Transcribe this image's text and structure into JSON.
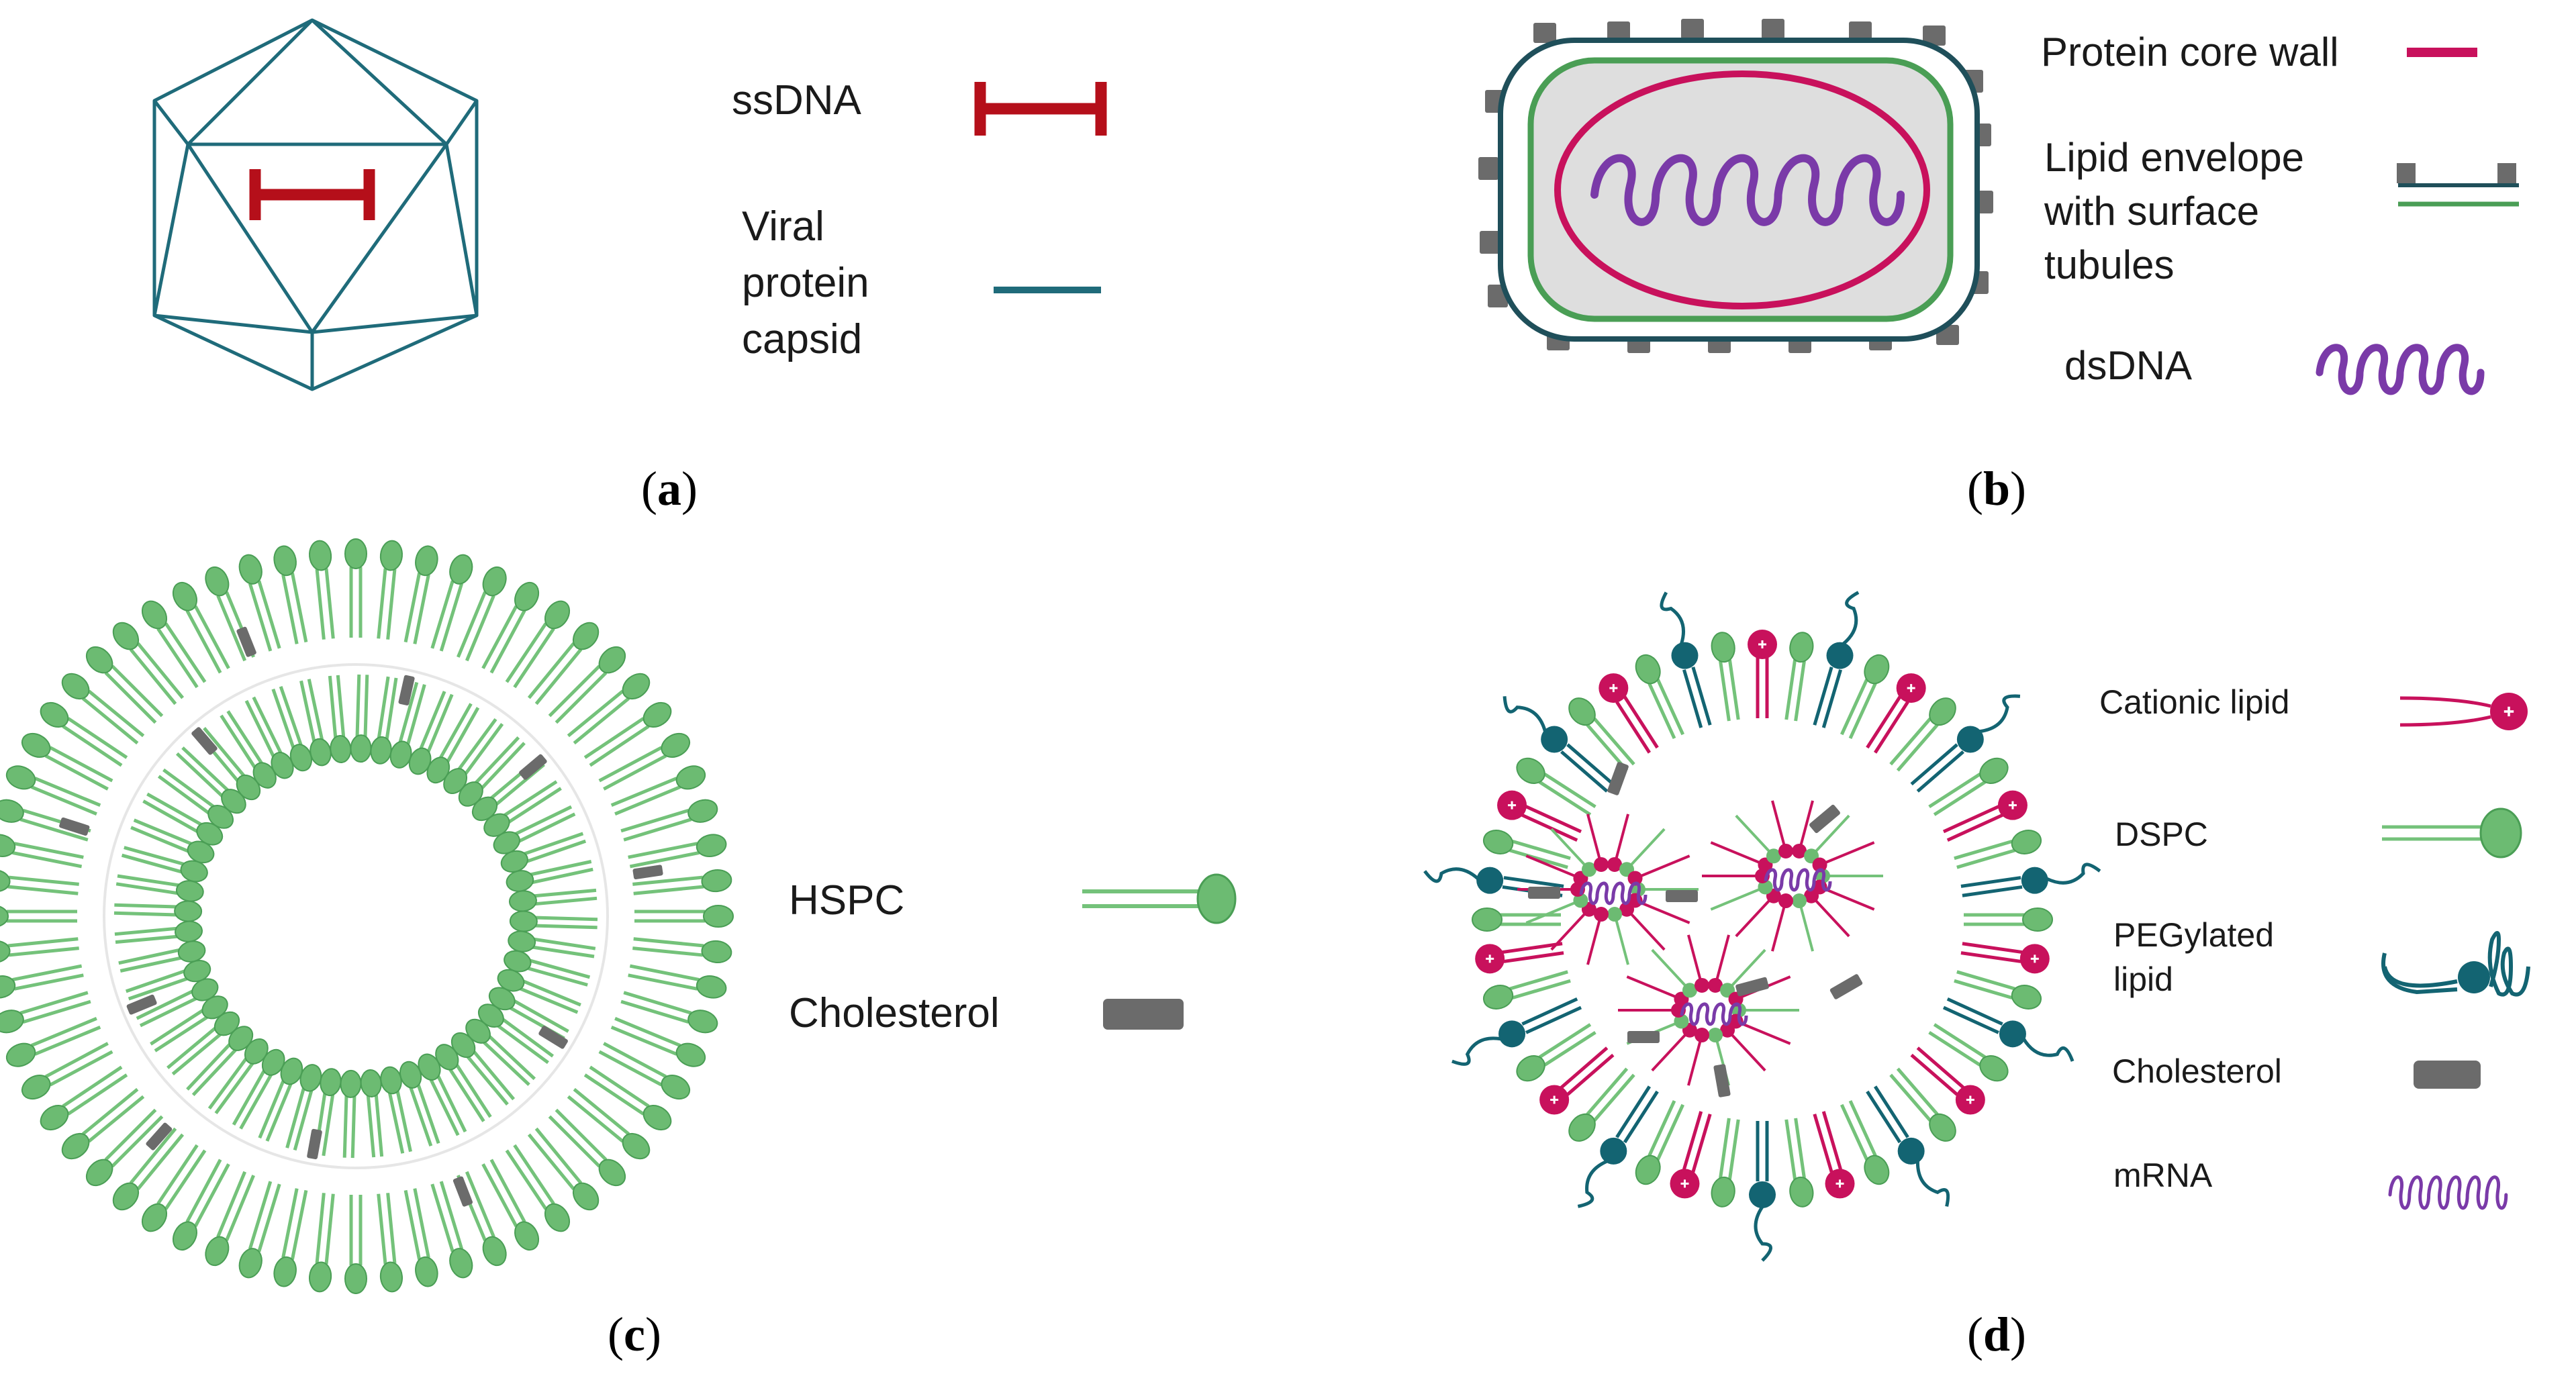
{
  "colors": {
    "teal": "#1f6b7a",
    "dark_red": "#b50f1a",
    "magenta": "#c8115c",
    "green": "#4a9e55",
    "light_green": "#74c27a",
    "green_fill": "#6cbb72",
    "purple": "#7a3aa8",
    "grey": "#6b6b6b",
    "core_fill": "#dedede",
    "dark_teal": "#136472"
  },
  "panels": {
    "a": {
      "letter": "a",
      "legend": {
        "ssdna": "ssDNA",
        "capsid_line1": "Viral",
        "capsid_line2": "protein",
        "capsid_line3": "capsid"
      }
    },
    "b": {
      "letter": "b",
      "legend": {
        "core_wall": "Protein core wall",
        "envelope_line1": "Lipid envelope",
        "envelope_line2": "with surface",
        "envelope_line3": "tubules",
        "dsdna": "dsDNA"
      }
    },
    "c": {
      "letter": "c",
      "legend": {
        "hspc": "HSPC",
        "cholesterol": "Cholesterol"
      }
    },
    "d": {
      "letter": "d",
      "legend": {
        "cationic": "Cationic lipid",
        "dspc": "DSPC",
        "peg_line1": "PEGylated",
        "peg_line2": "lipid",
        "cholesterol": "Cholesterol",
        "mrna": "mRNA"
      }
    }
  }
}
